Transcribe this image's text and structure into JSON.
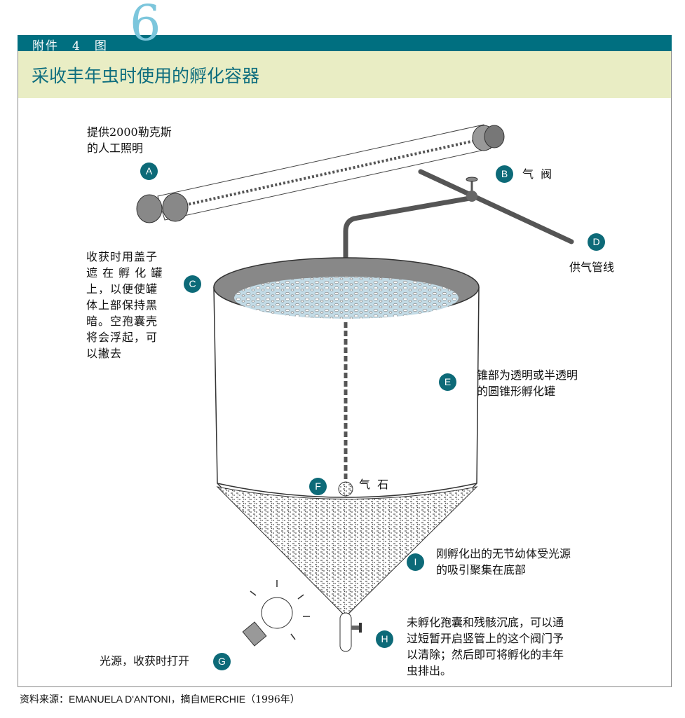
{
  "header": {
    "annex_label": "附件　4　图",
    "figure_number": "6",
    "title": "采收丰年虫时使用的孵化容器"
  },
  "labels": [
    {
      "letter": "A",
      "text": "提供2000勒克斯\n的人工照明"
    },
    {
      "letter": "B",
      "text": "气  阀"
    },
    {
      "letter": "C",
      "text": "收获时用盖子\n遮 在 孵 化 罐\n上，以便使罐\n体上部保持黑\n暗。空孢囊壳\n将会浮起，可\n以撇去"
    },
    {
      "letter": "D",
      "text": "供气管线"
    },
    {
      "letter": "E",
      "text": "锥部为透明或半透明\n的圆锥形孵化罐"
    },
    {
      "letter": "F",
      "text": "气  石"
    },
    {
      "letter": "G",
      "text": "光源，收获时打开"
    },
    {
      "letter": "H",
      "text": "未孵化孢囊和残骸沉底，可以通\n过短暂开启竖管上的这个阀门予\n以清除；然后即可将孵化的丰年\n虫排出。"
    },
    {
      "letter": "I",
      "text": "刚孵化出的无节幼体受光源\n的吸引聚集在底部"
    }
  ],
  "source": {
    "prefix": "资料来源：",
    "author": "EMANUELA D'ANTONI",
    "mid": "，摘自",
    "ref": "MERCHIE",
    "year": "（1996年）"
  },
  "colors": {
    "teal": "#006f80",
    "band": "#e9edc4",
    "badge": "#0d6a78",
    "number": "#7cc6dc"
  }
}
